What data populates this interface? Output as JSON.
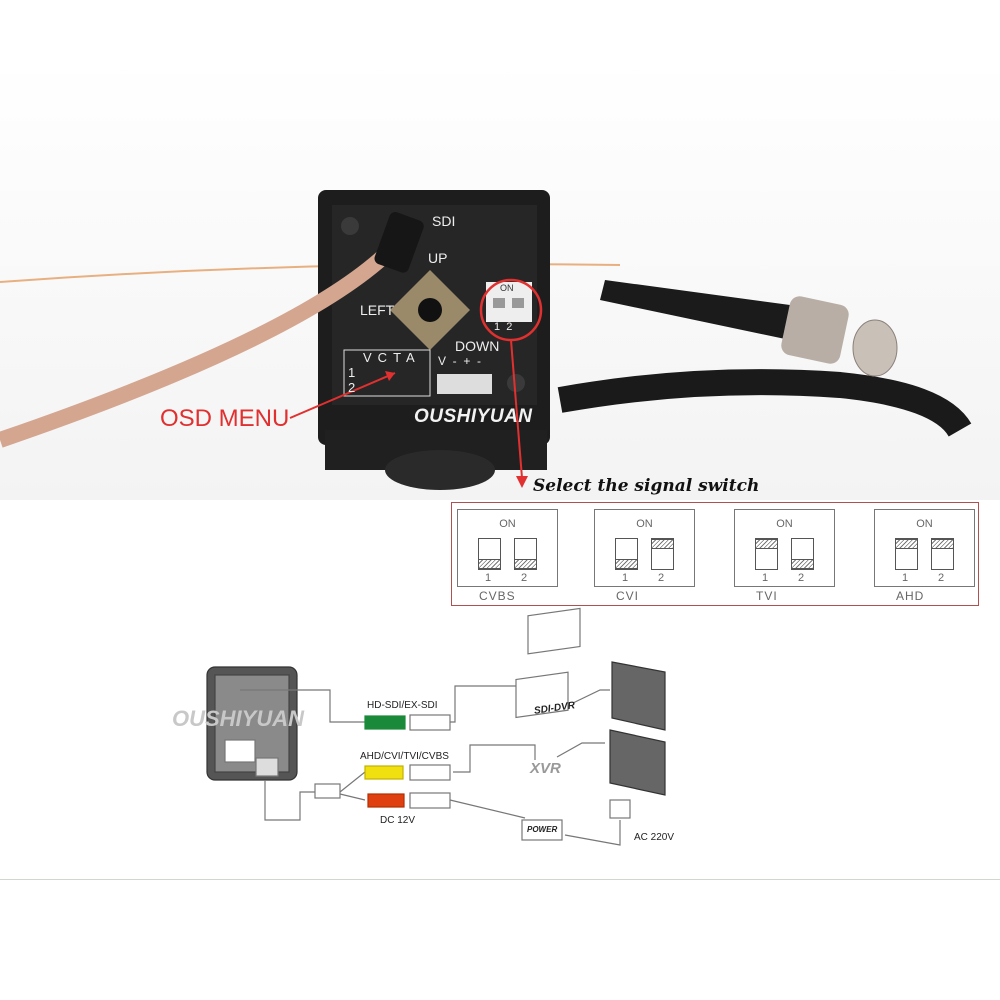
{
  "photo": {
    "board_labels": {
      "sdi": "SDI",
      "up": "UP",
      "left": "LEFT",
      "down": "DOWN",
      "power_pins": "V  -  +  -",
      "dip_on": "ON",
      "dip_nums": "1  2"
    },
    "mode_grid": {
      "headers": [
        "V",
        "C",
        "T",
        "A"
      ],
      "rows": [
        "1",
        "2"
      ]
    },
    "osd_label": "OSD MENU",
    "watermark": "OUSHIYUAN",
    "accent_color": "#e0302f"
  },
  "signal_switch": {
    "title": "Select the signal switch",
    "on_label": "ON",
    "modes": [
      {
        "name": "CVBS",
        "switch1_on": false,
        "switch2_on": false,
        "n1": "1",
        "n2": "2"
      },
      {
        "name": "CVI",
        "switch1_on": false,
        "switch2_on": true,
        "n1": "1",
        "n2": "2"
      },
      {
        "name": "TVI",
        "switch1_on": true,
        "switch2_on": false,
        "n1": "1",
        "n2": "2"
      },
      {
        "name": "AHD",
        "switch1_on": true,
        "switch2_on": true,
        "n1": "1",
        "n2": "2"
      }
    ]
  },
  "wiring": {
    "watermark": "OUSHIYUAN",
    "sdi_label": "HD-SDI/EX-SDI",
    "analog_label": "AHD/CVI/TVI/CVBS",
    "power_label": "DC 12V",
    "sdi_dvr": "SDI-DVR",
    "xvr": "XVR",
    "power_box": "POWER",
    "ac_label": "AC 220V",
    "sdi_plug_color": "#1a8a3a",
    "video_plug_color": "#f0e010",
    "power_plug_color": "#e04010"
  }
}
